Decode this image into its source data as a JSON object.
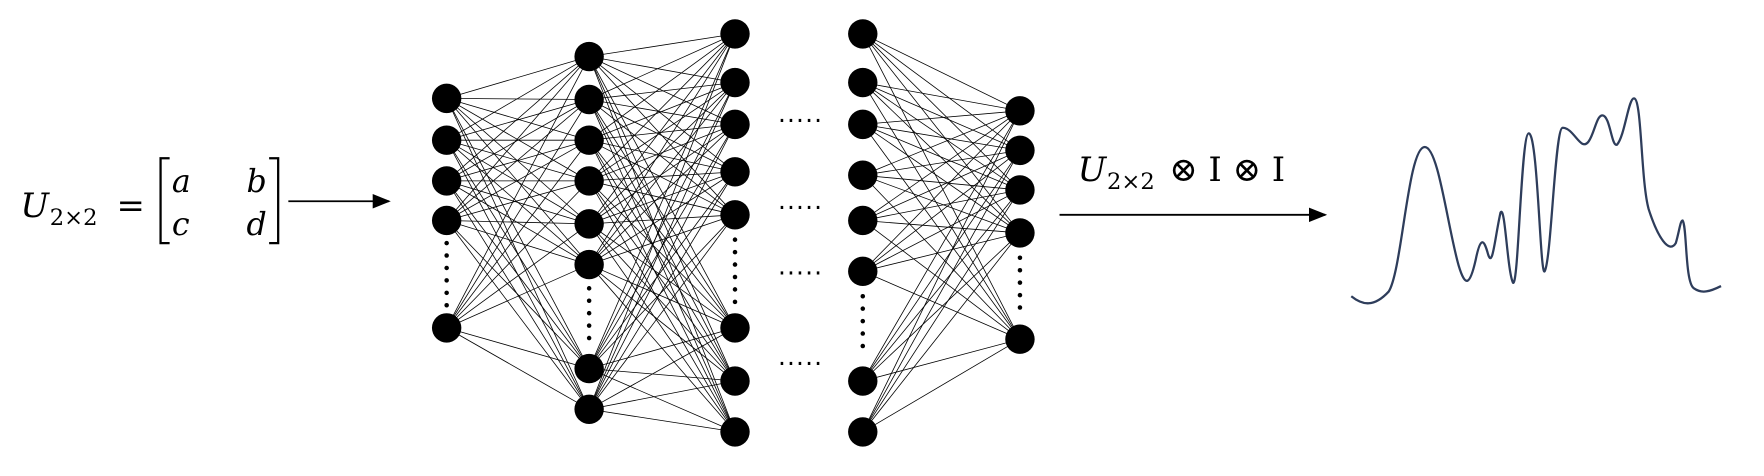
{
  "input_formula": {
    "symbol": "U",
    "subscript": "2×2",
    "equals": "=",
    "matrix": [
      [
        "a",
        "b"
      ],
      [
        "c",
        "d"
      ]
    ]
  },
  "operation_label": {
    "symbol": "U",
    "subscript": "2×2",
    "rest": "⊗ I ⊗ I"
  },
  "colors": {
    "node": "#000000",
    "curve": "#2e3d5b"
  },
  "ellipsis": "·····"
}
